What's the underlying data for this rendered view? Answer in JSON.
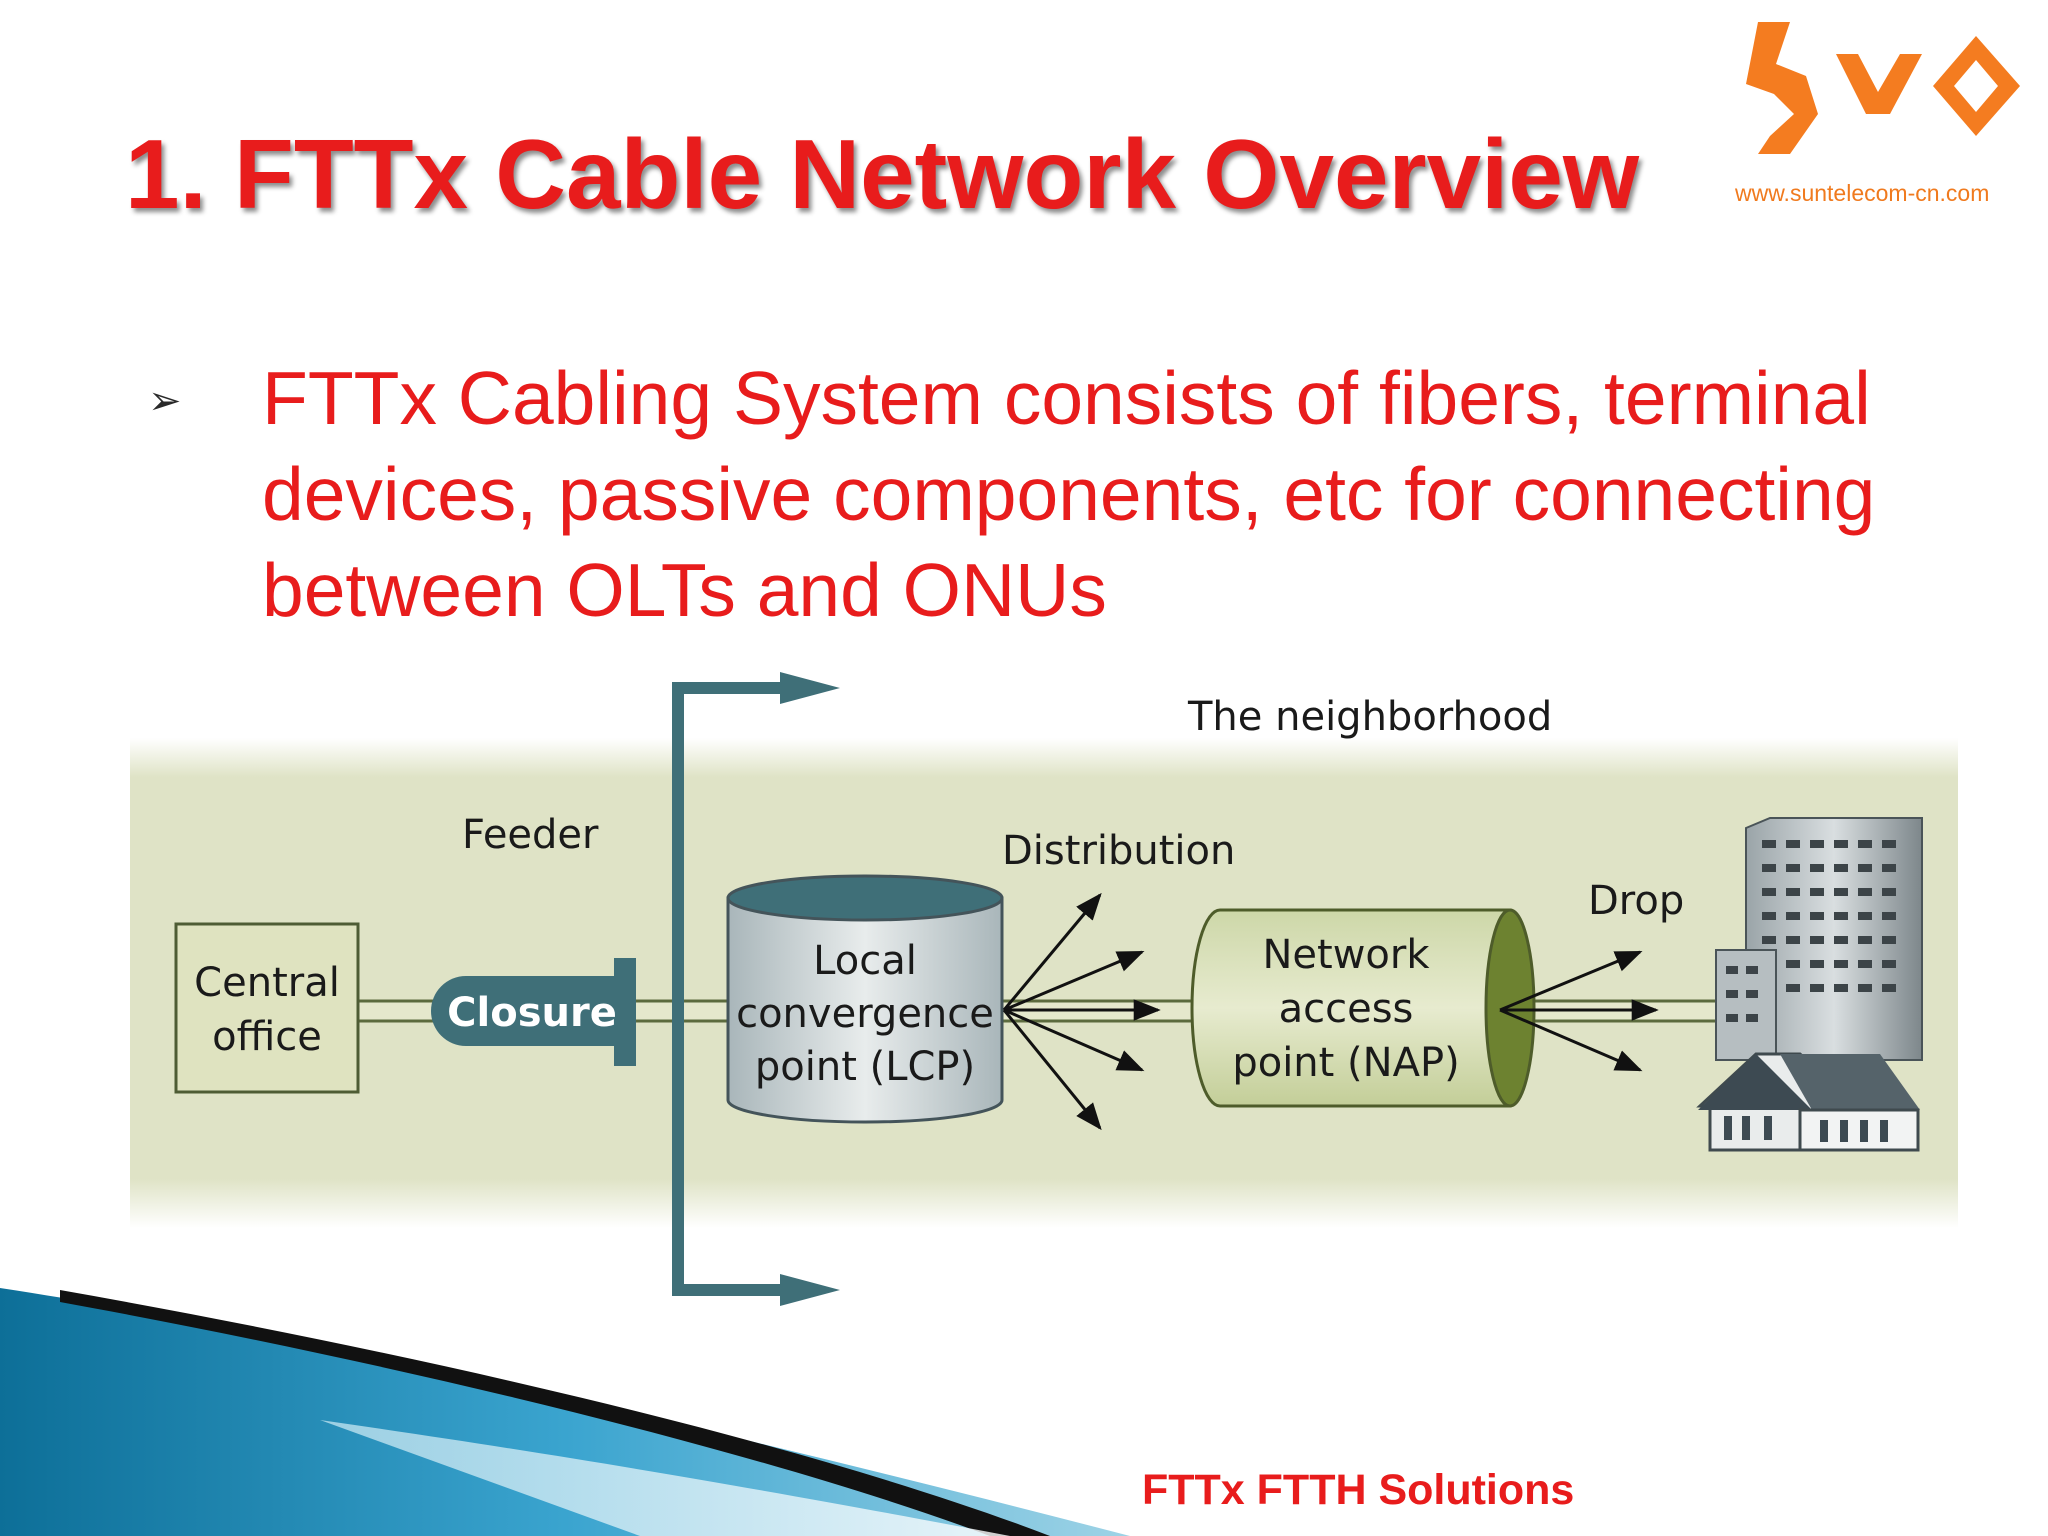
{
  "slide": {
    "title": "1. FTTx Cable Network Overview",
    "bullet": "FTTx Cabling System consists of fibers, terminal devices, passive components, etc for connecting between OLTs and ONUs",
    "footer": "FTTx FTTH Solutions"
  },
  "logo": {
    "url": "www.suntelecom-cn.com",
    "color": "#f47c20"
  },
  "diagram": {
    "region_label": "The neighborhood",
    "central_office": [
      "Central",
      "office"
    ],
    "feeder_label": "Feeder",
    "closure_label": "Closure",
    "lcp": [
      "Local",
      "convergence",
      "point (LCP)"
    ],
    "distribution_label": "Distribution",
    "nap": [
      "Network",
      "access",
      "point (NAP)"
    ],
    "drop_label": "Drop"
  },
  "colors": {
    "title_red": "#e81c1c",
    "panel_green": "#dfe3c6",
    "teal": "#3f6f78",
    "nap_green": "#6d8230"
  }
}
